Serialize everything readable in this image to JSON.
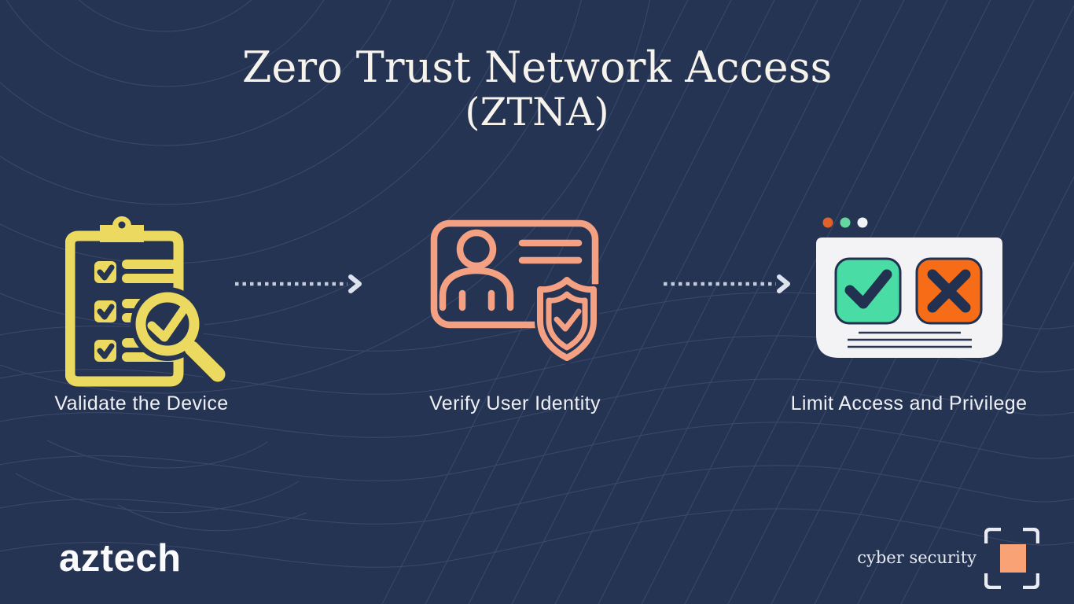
{
  "title": {
    "line1": "Zero Trust Network Access",
    "line2": "(ZTNA)"
  },
  "steps": [
    {
      "id": "validate-device",
      "label": "Validate the Device",
      "icon": "clipboard-checklist-magnifier-icon",
      "accent_color": "#ecd95f"
    },
    {
      "id": "verify-identity",
      "label": "Verify User Identity",
      "icon": "id-card-shield-icon",
      "accent_color": "#f4a083"
    },
    {
      "id": "limit-access",
      "label": "Limit Access and Privilege",
      "icon": "browser-allow-deny-icon",
      "accent_color": "#f3f3f5"
    }
  ],
  "connectors": [
    {
      "type": "dotted-arrow",
      "from": "validate-device",
      "to": "verify-identity"
    },
    {
      "type": "dotted-arrow",
      "from": "verify-identity",
      "to": "limit-access"
    }
  ],
  "footer": {
    "brand": "aztech",
    "tagline": "cyber security",
    "badge_icon": "viewfinder-square-icon"
  },
  "colors": {
    "background": "#263453",
    "contour_line": "#6e82ad",
    "title_text": "#f6f3ec",
    "label_text": "#eef0f4",
    "clipboard_yellow": "#ecd95f",
    "card_salmon": "#f4a083",
    "window_white": "#f3f3f5",
    "allow_green": "#4adca5",
    "deny_orange": "#f76c17",
    "navy_detail": "#233150",
    "dot_orange": "#e0622a",
    "dot_green": "#66d6a1",
    "badge_orange": "#f9a275",
    "arrow_dots": "#c3cbdc"
  }
}
